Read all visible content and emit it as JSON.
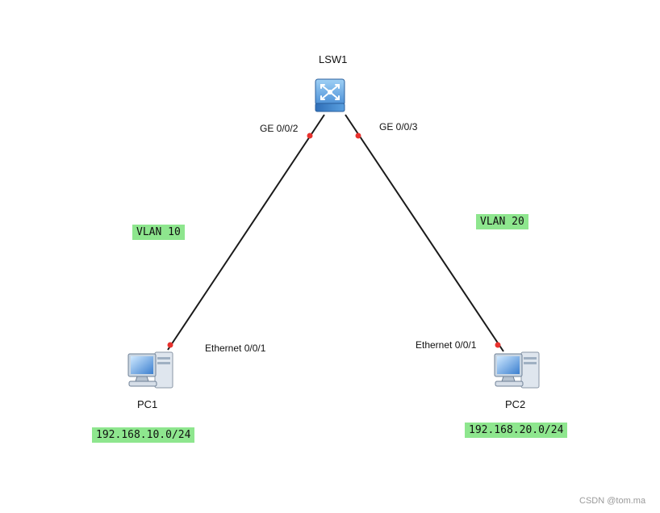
{
  "devices": {
    "switch": {
      "name": "LSW1",
      "icon": "switch-icon"
    },
    "pc1": {
      "name": "PC1",
      "icon": "pc-icon"
    },
    "pc2": {
      "name": "PC2",
      "icon": "pc-icon"
    }
  },
  "ports": {
    "sw_port_left": "GE 0/0/2",
    "sw_port_right": "GE 0/0/3",
    "pc1_port": "Ethernet 0/0/1",
    "pc2_port": "Ethernet 0/0/1"
  },
  "vlans": {
    "left": "VLAN 10",
    "right": "VLAN 20"
  },
  "subnets": {
    "left": "192.168.10.0/24",
    "right": "192.168.20.0/24"
  },
  "watermark": "CSDN @tom.ma",
  "colors": {
    "tag_bg": "#8ee68e",
    "port_dot": "#e8322e",
    "link": "#1a1a1a",
    "switch_body": "#4a8fd6"
  }
}
